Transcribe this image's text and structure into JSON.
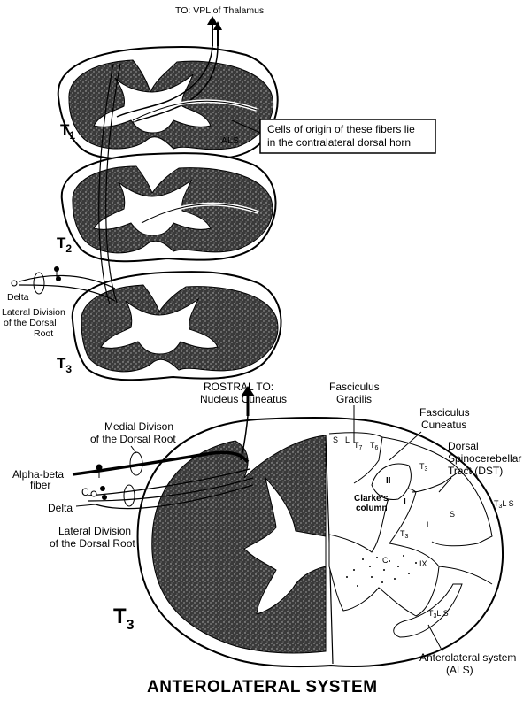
{
  "figure": {
    "caption": "ANTEROLATERAL SYSTEM"
  },
  "labels": {
    "vpl_top": "TO: VPL of Thalamus",
    "callout_line1": "Cells of origin of these fibers lie",
    "callout_line2": "in the contralateral dorsal horn",
    "als_small": "ALS",
    "delta_top": "Delta",
    "lateral_div_top_1": "Lateral Division",
    "lateral_div_top_2": "of the Dorsal",
    "lateral_div_top_3": "Root",
    "rostral_1": "ROSTRAL TO:",
    "rostral_2": "Nucleus Cuneatus",
    "fasc_gracilis_1": "Fasciculus",
    "fasc_gracilis_2": "Gracilis",
    "fasc_cuneatus_1": "Fasciculus",
    "fasc_cuneatus_2": "Cuneatus",
    "dst_1": "Dorsal",
    "dst_2": "Spinocerebellar",
    "dst_3": "Tract (DST)",
    "medial_div_1": "Medial Divison",
    "medial_div_2": "of the Dorsal Root",
    "alpha_beta_1": "Alpha-beta",
    "alpha_beta_2": "fiber",
    "delta_bottom": "Delta",
    "lateral_div_bot_1": "Lateral Division",
    "lateral_div_bot_2": "of the Dorsal Root",
    "clarke_1": "Clarke's",
    "clarke_2": "column",
    "als_big_1": "Anterolateral system",
    "als_big_2": "(ALS)"
  },
  "segments": {
    "t1_main": "T",
    "t1_sub": "1",
    "t2_main": "T",
    "t2_sub": "2",
    "t3_main": "T",
    "t3_sub": "3",
    "t3b_main": "T",
    "t3b_sub": "3"
  },
  "lamination": {
    "s1": "S",
    "l1": "L",
    "t7": "T",
    "t7s": "7",
    "t6": "T",
    "t6s": "6",
    "t3a": "T",
    "t3as": "3",
    "ii": "II",
    "i": "I",
    "t3b": "T",
    "t3bs": "3",
    "l_mid": "L",
    "s_mid": "S",
    "t3c": "T",
    "t3cs": "3",
    "ls_right": "L S",
    "t3d": "T",
    "t3ds": "3",
    "ls_low": "L   S",
    "ix": "IX",
    "c_small": "C"
  },
  "palette": {
    "grey_matter": "#3a3a3a",
    "white_matter": "#ffffff",
    "ink": "#000000"
  }
}
